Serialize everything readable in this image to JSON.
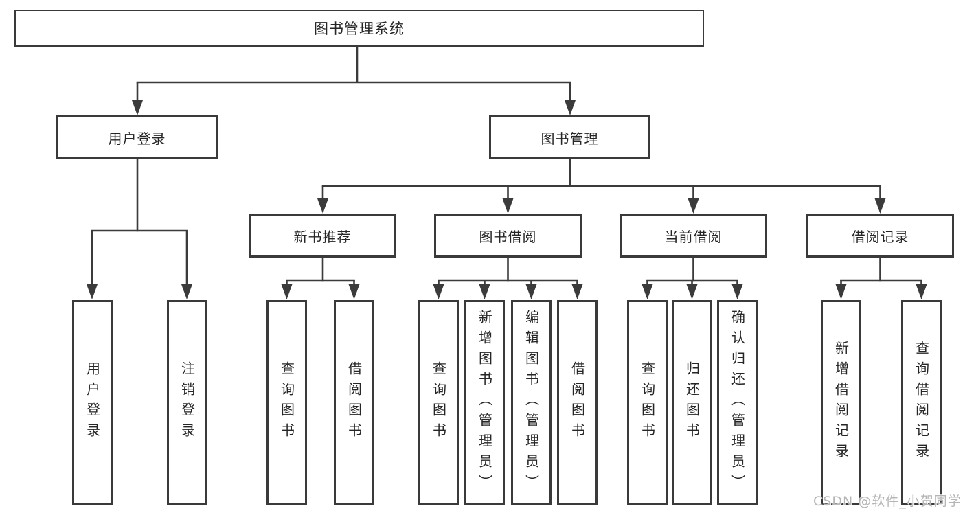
{
  "nodes": {
    "root": {
      "label": "图书管理系统"
    },
    "user_login": {
      "label": "用户登录"
    },
    "book_management": {
      "label": "图书管理"
    },
    "new_book_recommend": {
      "label": "新书推荐"
    },
    "book_borrow": {
      "label": "图书借阅"
    },
    "current_borrow": {
      "label": "当前借阅"
    },
    "borrow_record": {
      "label": "借阅记录"
    }
  },
  "leaves": {
    "user_login": {
      "label": "用户登录"
    },
    "logout_login": {
      "label": "注销登录"
    },
    "query_book_recommend": {
      "label": "查询图书"
    },
    "borrow_book_recommend": {
      "label": "借阅图书"
    },
    "query_book_borrow": {
      "label": "查询图书"
    },
    "add_book_admin": {
      "label": "新增图书（管理员）"
    },
    "edit_book_admin": {
      "label": "编辑图书（管理员）"
    },
    "borrow_book": {
      "label": "借阅图书"
    },
    "query_book_current": {
      "label": "查询图书"
    },
    "return_book": {
      "label": "归还图书"
    },
    "confirm_return_admin": {
      "label": "确认归还（管理员）"
    },
    "add_borrow_record": {
      "label": "新增借阅记录"
    },
    "query_borrow_record": {
      "label": "查询借阅记录"
    }
  },
  "watermark": {
    "text": "CSDN @软件_小贺同学"
  },
  "colors": {
    "line": "#3b3b3b",
    "box_border": "#3a3a3a",
    "text": "#262626",
    "background": "#ffffff",
    "watermark": "#b5b5b5"
  }
}
